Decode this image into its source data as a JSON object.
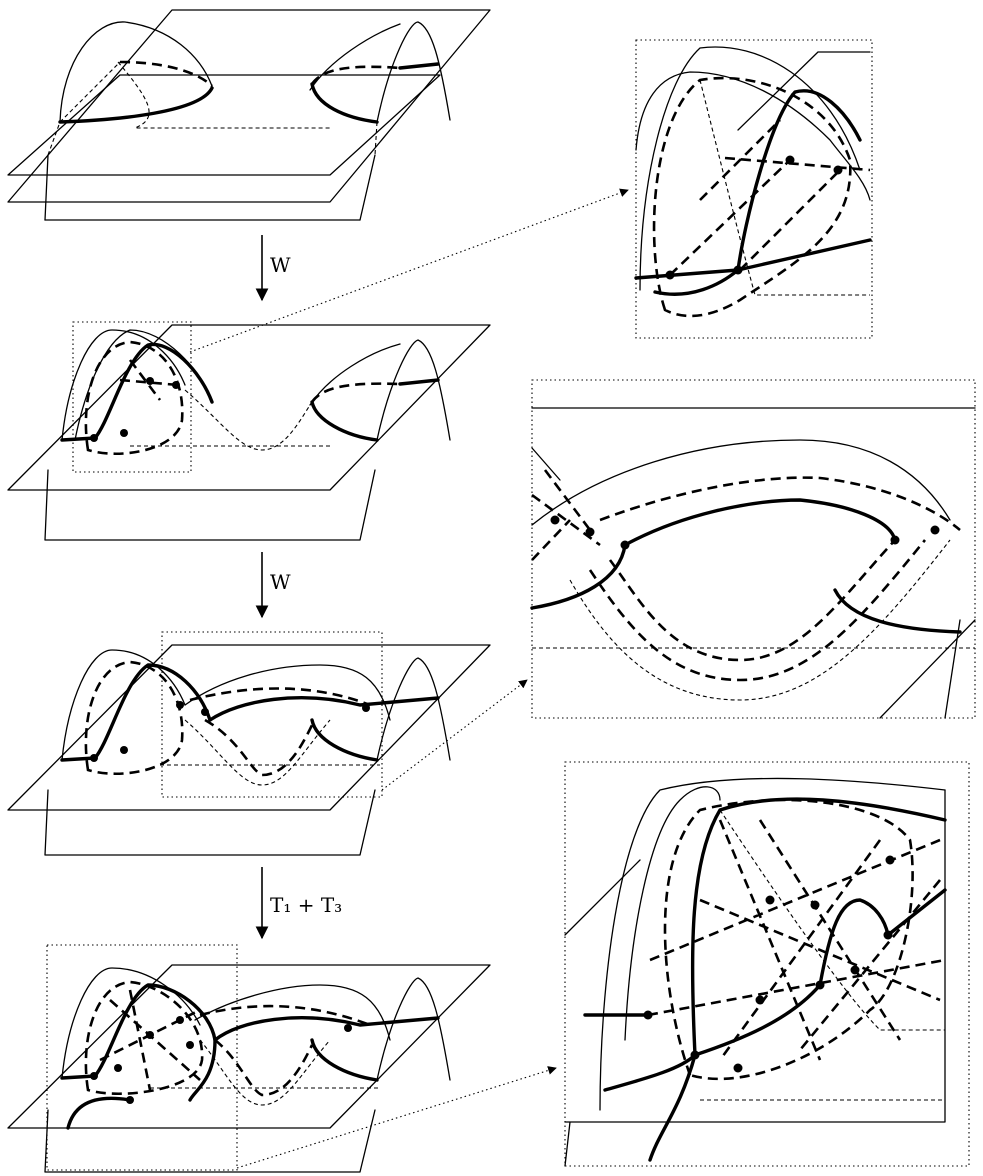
{
  "steps": [
    {
      "label": "W"
    },
    {
      "label": "W"
    },
    {
      "label": "T₁ + T₃"
    }
  ],
  "colors": {
    "ink": "#000000",
    "background": "#ffffff"
  }
}
